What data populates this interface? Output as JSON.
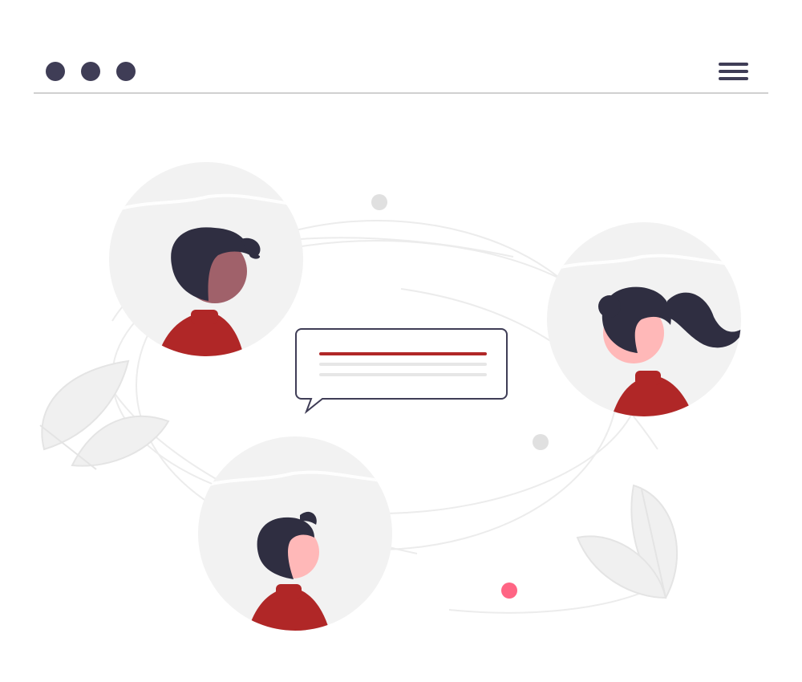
{
  "window": {
    "controls": [
      "dot-1",
      "dot-2",
      "dot-3"
    ],
    "menu_icon": "hamburger-menu-icon"
  },
  "colors": {
    "dark": "#3f3d56",
    "hair": "#2f2e41",
    "accent": "#b02727",
    "skin_light": "#ffb8b8",
    "skin_dark": "#a0616a",
    "circle_bg": "#f2f2f2",
    "line_gray": "#e6e6e6",
    "dot_gray": "#e0e0e0",
    "pink_dot": "#ff6584",
    "divider": "#d0d0d0"
  },
  "chat_bubble": {
    "lines": [
      "accent-line",
      "gray-line",
      "gray-line"
    ]
  },
  "participants": [
    {
      "name": "person-top-left",
      "skin": "#a0616a"
    },
    {
      "name": "person-right",
      "skin": "#ffb8b8"
    },
    {
      "name": "person-bottom",
      "skin": "#ffb8b8"
    }
  ]
}
